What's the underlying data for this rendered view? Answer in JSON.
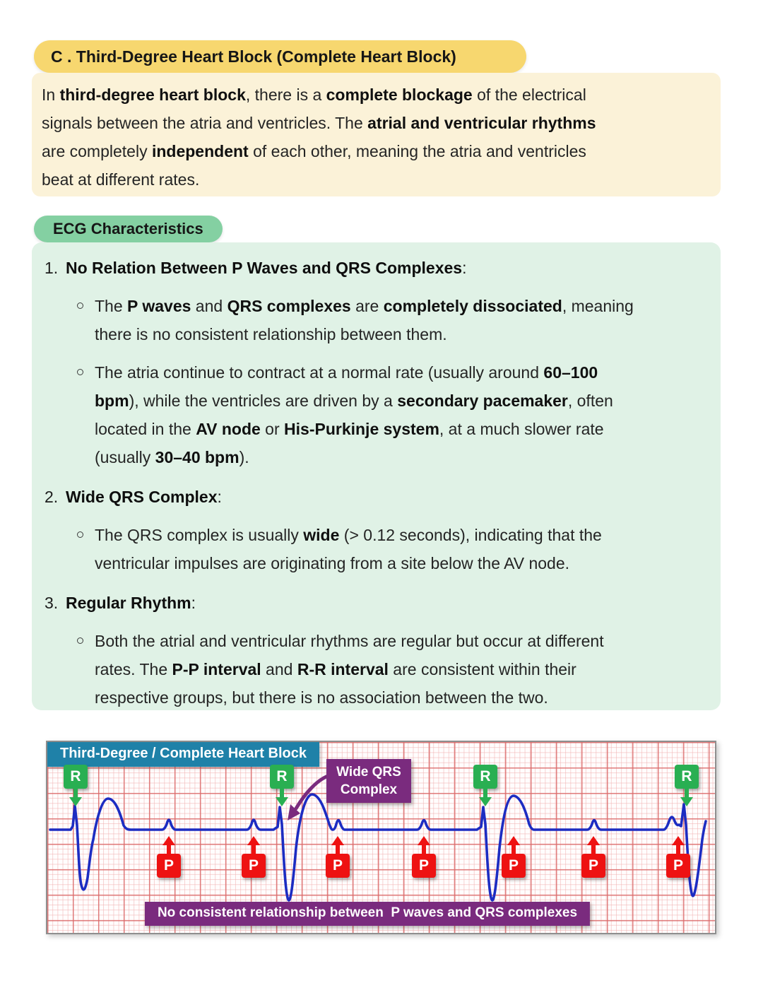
{
  "colors": {
    "accent_yellow": "#F7D76F",
    "cream": "#FBF2D8",
    "pill_green": "#84D0A2",
    "card_green": "#E0F2E6",
    "teal": "#1F81A8",
    "marker_green": "#29AF52",
    "marker_red": "#EE1212",
    "purple": "#7A2B7E",
    "trace_blue": "#1C2CC2"
  },
  "title_pill": {
    "text": "C . Third-Degree Heart Block (Complete Heart Block)"
  },
  "intro": {
    "runs": [
      {
        "t": "In ",
        "b": false
      },
      {
        "t": "third-degree heart block",
        "b": true
      },
      {
        "t": ", there is a ",
        "b": false
      },
      {
        "t": "complete blockage",
        "b": true
      },
      {
        "t": " of the electrical\nsignals between the atria and ventricles. The ",
        "b": false
      },
      {
        "t": "atrial and ventricular rhythms",
        "b": true
      },
      {
        "t": "\nare completely ",
        "b": false
      },
      {
        "t": "independent",
        "b": true
      },
      {
        "t": " of each other, meaning the atria and ventricles\nbeat at different rates.",
        "b": false
      }
    ]
  },
  "ecg_section": {
    "pill": "ECG Characteristics",
    "items": [
      {
        "number": "1.",
        "heading": "No Relation Between P Waves and QRS Complexes",
        "suffix": ":",
        "bullets": [
          {
            "runs": [
              {
                "t": "The ",
                "b": false
              },
              {
                "t": "P waves",
                "b": true
              },
              {
                "t": " and ",
                "b": false
              },
              {
                "t": "QRS complexes",
                "b": true
              },
              {
                "t": " are ",
                "b": false
              },
              {
                "t": "completely dissociated",
                "b": true
              },
              {
                "t": ", meaning\nthere is no consistent relationship between them.",
                "b": false
              }
            ]
          },
          {
            "runs": [
              {
                "t": "The atria continue to contract at a normal rate (usually around ",
                "b": false
              },
              {
                "t": "60–100\nbpm",
                "b": true
              },
              {
                "t": "), while the ventricles are driven by a ",
                "b": false
              },
              {
                "t": "secondary pacemaker",
                "b": true
              },
              {
                "t": ", often\nlocated in the ",
                "b": false
              },
              {
                "t": "AV node",
                "b": true
              },
              {
                "t": " or ",
                "b": false
              },
              {
                "t": "His-Purkinje system",
                "b": true
              },
              {
                "t": ", at a much slower rate\n(usually ",
                "b": false
              },
              {
                "t": "30–40 bpm",
                "b": true
              },
              {
                "t": ").",
                "b": false
              }
            ]
          }
        ]
      },
      {
        "number": "2.",
        "heading": "Wide QRS Complex",
        "suffix": ":",
        "bullets": [
          {
            "runs": [
              {
                "t": "The QRS complex is usually ",
                "b": false
              },
              {
                "t": "wide",
                "b": true
              },
              {
                "t": " (> 0.12 seconds), indicating that the\nventricular impulses are originating from a site below the AV node.",
                "b": false
              }
            ]
          }
        ]
      },
      {
        "number": "3.",
        "heading": "Regular Rhythm",
        "suffix": ":",
        "bullets": [
          {
            "runs": [
              {
                "t": "Both the atrial and ventricular rhythms are regular but occur at different\nrates. The ",
                "b": false
              },
              {
                "t": "P-P interval",
                "b": true
              },
              {
                "t": " and ",
                "b": false
              },
              {
                "t": "R-R interval",
                "b": true
              },
              {
                "t": " are consistent within their\nrespective groups, but there is no association between the two.",
                "b": false
              }
            ]
          }
        ]
      }
    ]
  },
  "figure": {
    "title": "Third-Degree / Complete Heart Block",
    "r_label": "R",
    "p_label": "P",
    "callout": {
      "line1": "Wide QRS",
      "line2": "Complex"
    },
    "banner": "No consistent relationship between  P waves and QRS complexes"
  }
}
